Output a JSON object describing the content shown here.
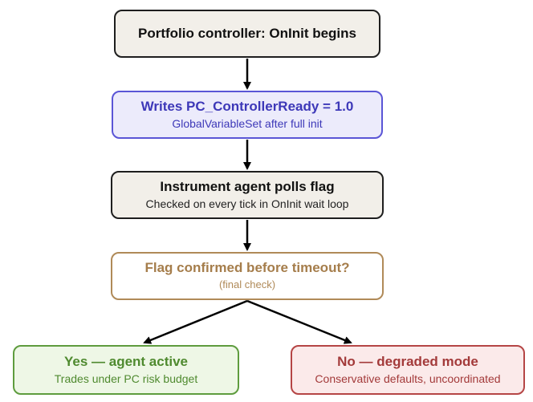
{
  "nodes": {
    "start": {
      "title": "Portfolio controller: OnInit begins"
    },
    "write_flag": {
      "title": "Writes PC_ControllerReady = 1.0",
      "subtitle": "GlobalVariableSet after full init"
    },
    "poll_flag": {
      "title": "Instrument agent polls flag",
      "subtitle": "Checked on every tick in OnInit wait loop"
    },
    "decision": {
      "title": "Flag confirmed before timeout?",
      "subtitle": "(final check)"
    },
    "yes": {
      "title": "Yes — agent active",
      "subtitle": "Trades under PC risk budget"
    },
    "no": {
      "title": "No — degraded mode",
      "subtitle": "Conservative defaults, uncoordinated"
    }
  },
  "colors": {
    "arrow": "#000000",
    "start_border": "#1e1e1e",
    "write_border": "#5a55d6",
    "decision_border": "#b08a58",
    "yes_border": "#5e9c3e",
    "no_border": "#b54545"
  }
}
